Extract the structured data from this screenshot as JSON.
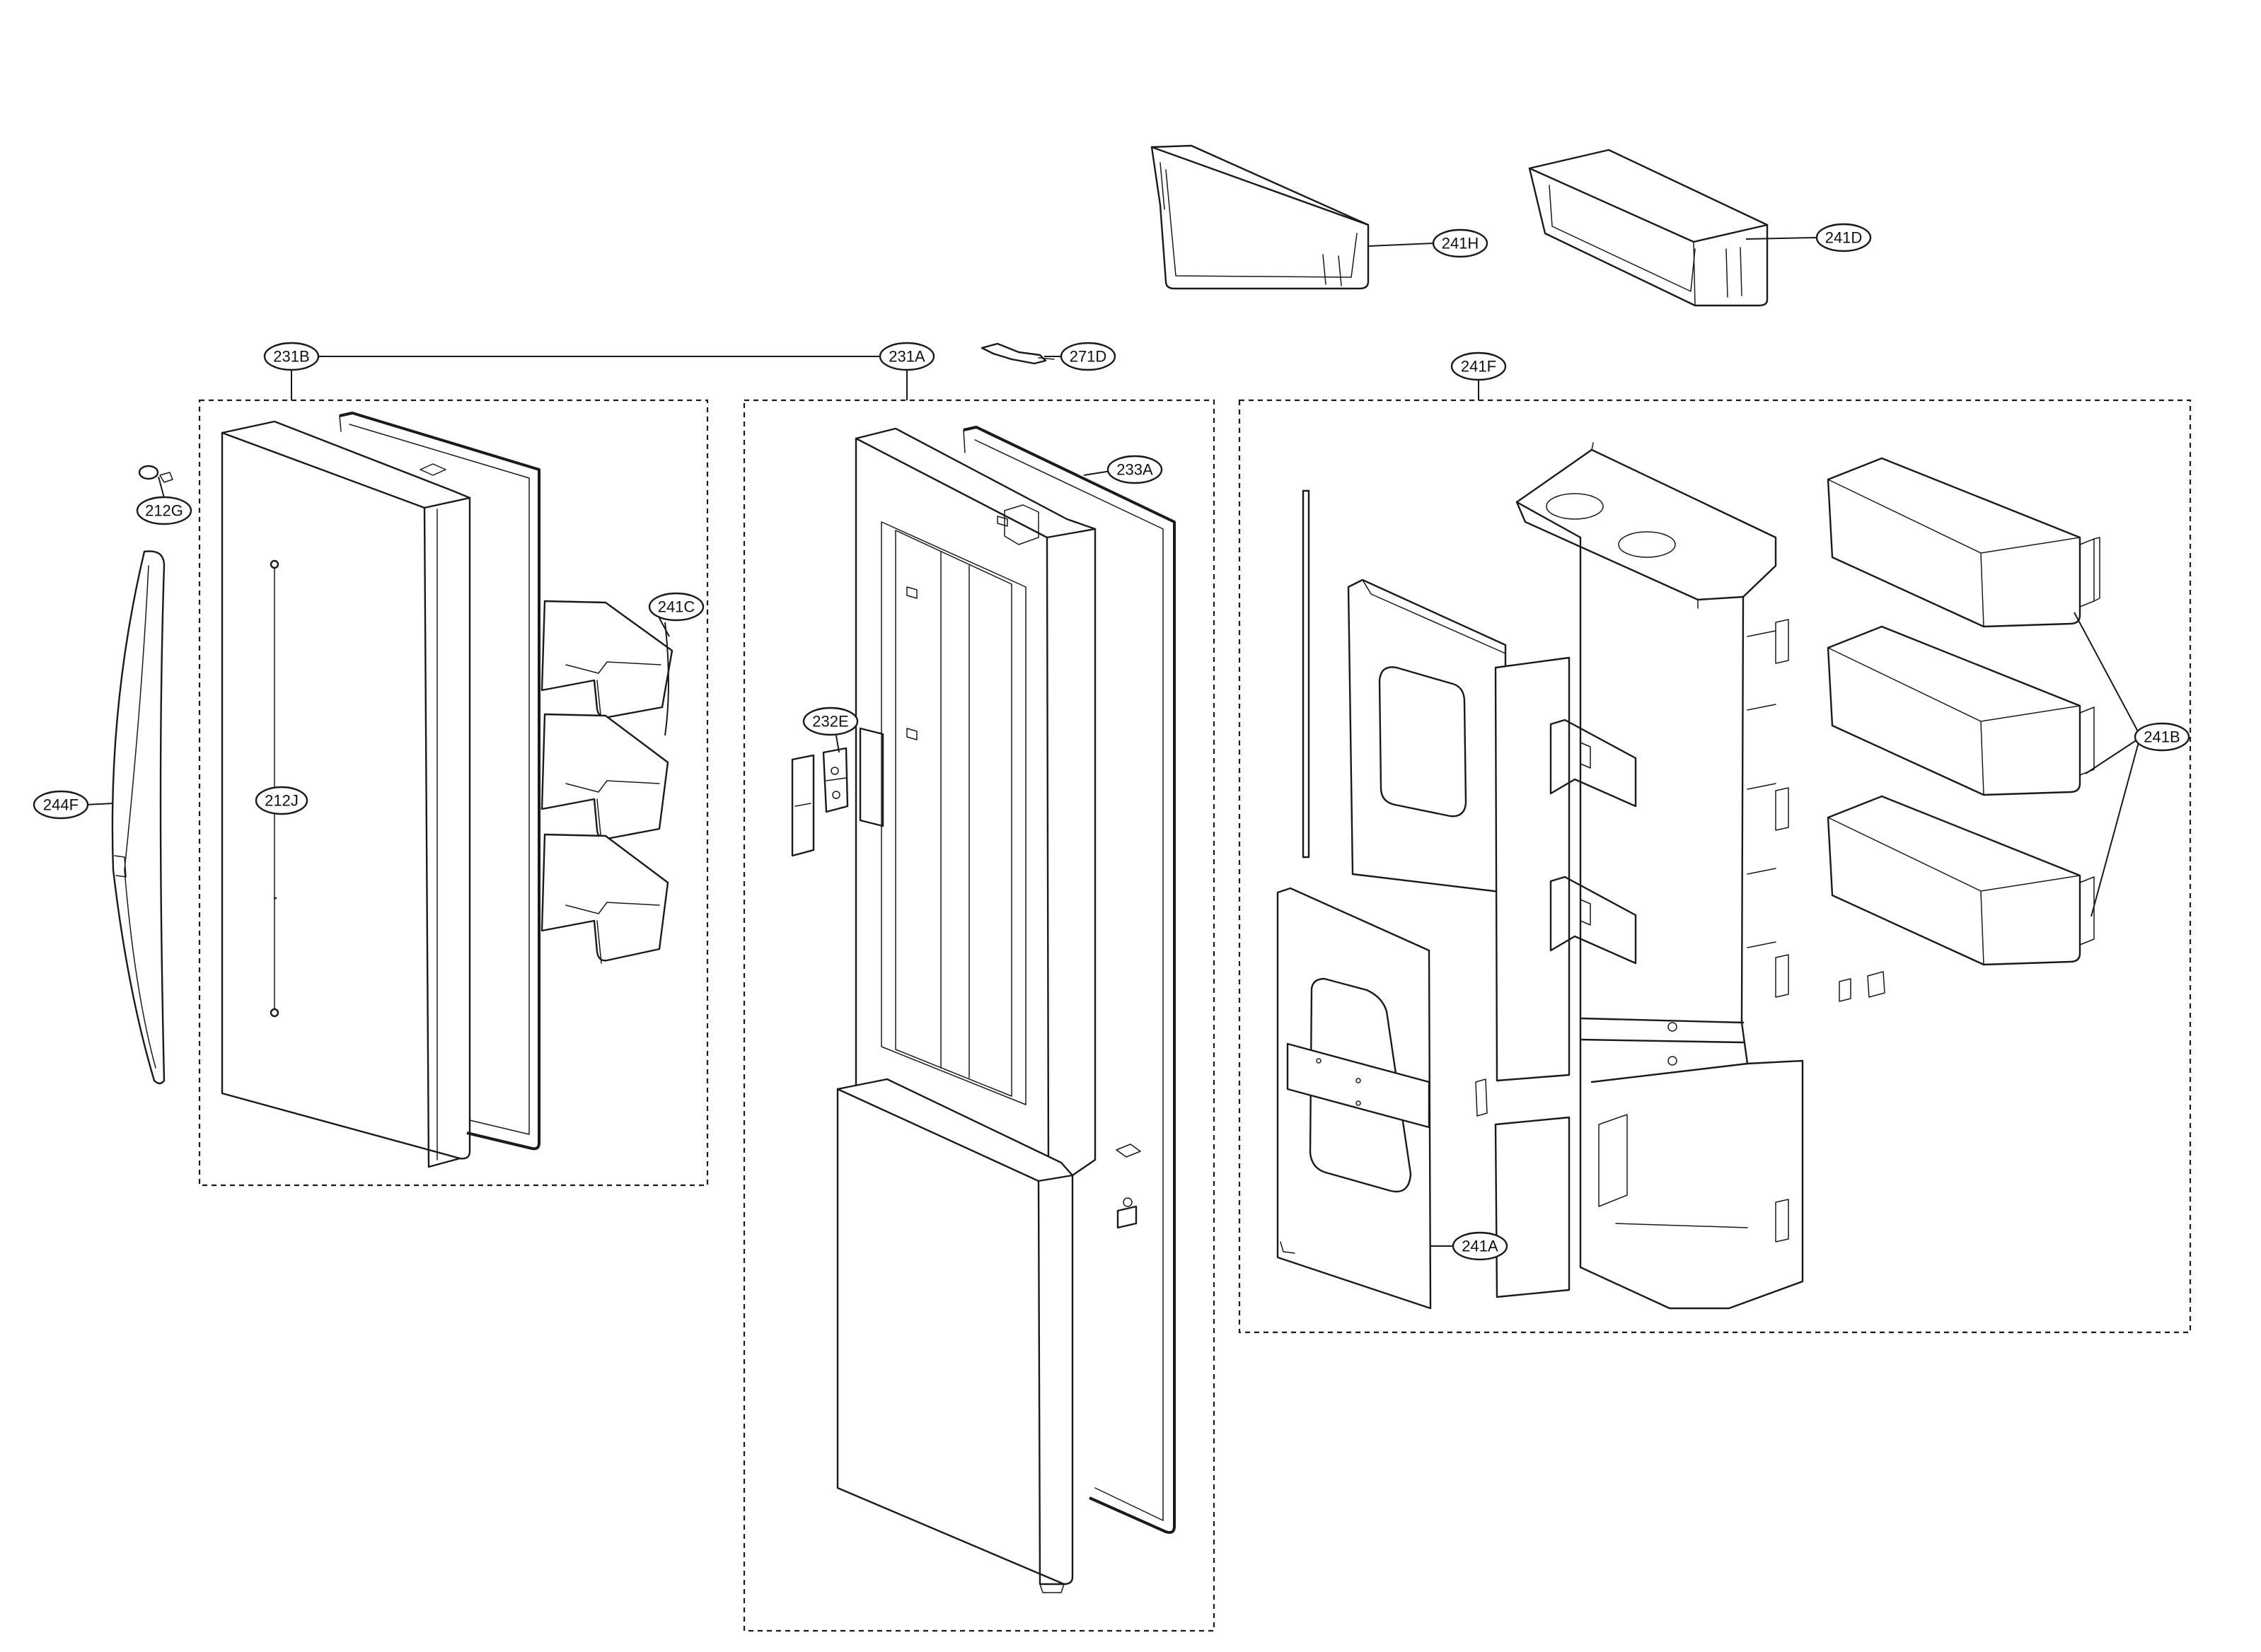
{
  "callouts": {
    "c231B": "231B",
    "c231A": "231A",
    "c271D": "271D",
    "c241F": "241F",
    "c241H": "241H",
    "c241D": "241D",
    "c212G": "212G",
    "c244F": "244F",
    "c212J": "212J",
    "c241C": "241C",
    "c232E": "232E",
    "c233A": "233A",
    "c241B": "241B",
    "c241A": "241A"
  }
}
